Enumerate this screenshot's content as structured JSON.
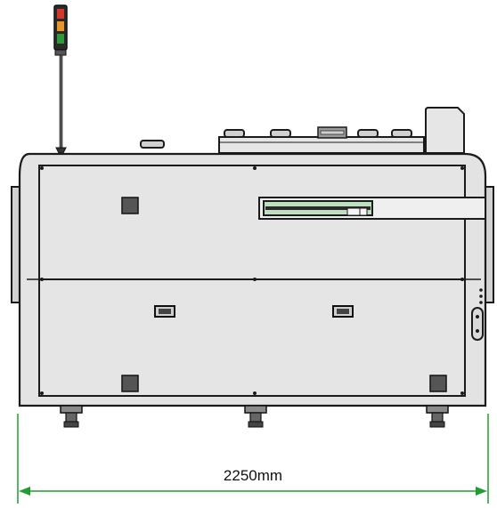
{
  "dimension": {
    "width_label": "2250mm",
    "line_color": "#1e9e2e"
  },
  "signal_tower": {
    "lights": [
      "red",
      "orange",
      "green"
    ],
    "colors": [
      "#d9362b",
      "#e8952a",
      "#2e9a3a"
    ]
  },
  "colors": {
    "body_fill": "#e3e3e3",
    "outline": "#1b1b1b",
    "pad_fill": "#555555"
  }
}
